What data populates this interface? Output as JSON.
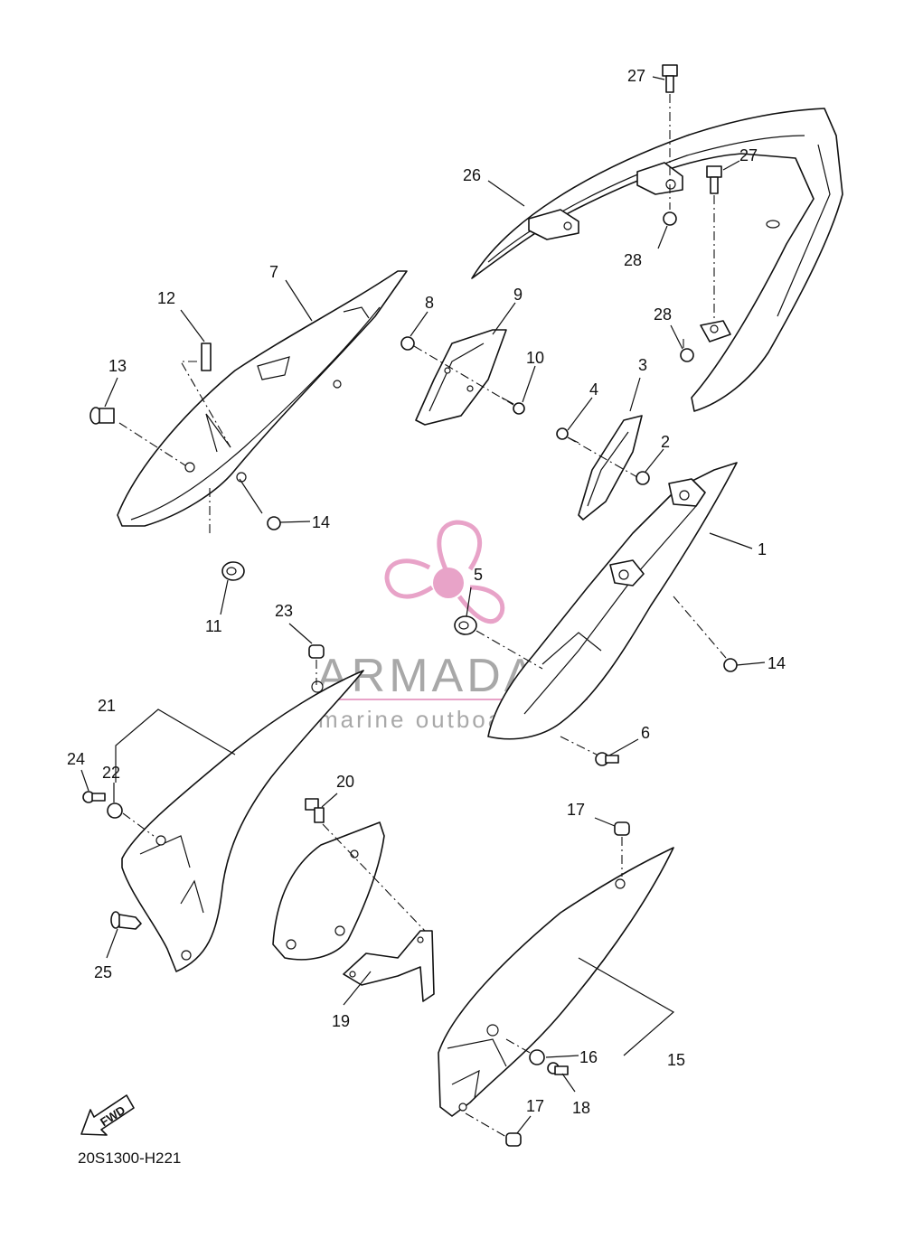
{
  "diagram": {
    "code": "20S1300-H221",
    "fwd_label": "FWD"
  },
  "watermark": {
    "title": "ARMADA",
    "subtitle": "marine outboards",
    "color": "#e8a3c8"
  },
  "callouts": {
    "c1": "1",
    "c2": "2",
    "c3": "3",
    "c4": "4",
    "c5": "5",
    "c6": "6",
    "c7": "7",
    "c8": "8",
    "c9": "9",
    "c10": "10",
    "c11": "11",
    "c12": "12",
    "c13": "13",
    "c14a": "14",
    "c14b": "14",
    "c15": "15",
    "c16": "16",
    "c17a": "17",
    "c17b": "17",
    "c18": "18",
    "c19": "19",
    "c20": "20",
    "c21": "21",
    "c22": "22",
    "c23": "23",
    "c24": "24",
    "c25": "25",
    "c26": "26",
    "c27a": "27",
    "c27b": "27",
    "c28a": "28",
    "c28b": "28"
  }
}
